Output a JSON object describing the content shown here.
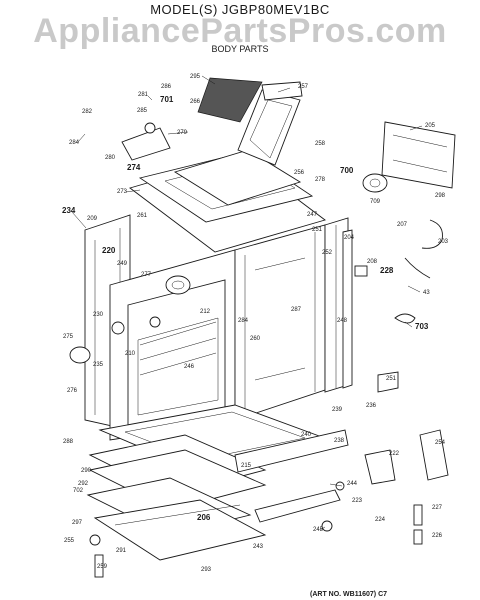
{
  "header": {
    "model": "MODEL(S) JGBP80MEV1BC",
    "watermark": "AppliancePartsPros.com",
    "section": "BODY PARTS"
  },
  "footer": {
    "art_no": "(ART NO. WB11607) C7"
  },
  "parts": [
    "295",
    "257",
    "281",
    "286",
    "701",
    "266",
    "282",
    "285",
    "279",
    "284",
    "280",
    "274",
    "205",
    "258",
    "256",
    "700",
    "278",
    "273",
    "709",
    "298",
    "234",
    "209",
    "261",
    "247",
    "251",
    "204",
    "207",
    "203",
    "220",
    "249",
    "277",
    "252",
    "208",
    "228",
    "43",
    "230",
    "212",
    "284",
    "287",
    "248",
    "275",
    "260",
    "235",
    "210",
    "246",
    "703",
    "276",
    "251",
    "239",
    "236",
    "288",
    "240",
    "238",
    "254",
    "222",
    "290",
    "215",
    "292",
    "702",
    "244",
    "223",
    "206",
    "224",
    "227",
    "297",
    "245",
    "255",
    "291",
    "243",
    "226",
    "259",
    "293"
  ]
}
